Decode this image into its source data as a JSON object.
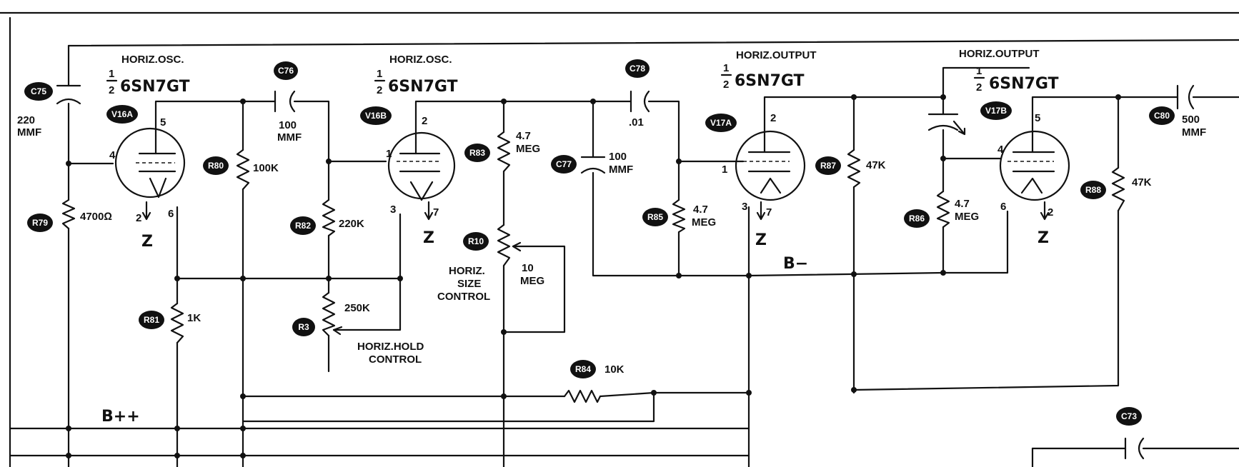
{
  "tubes": [
    {
      "ref": "V16A",
      "frac_num": "1",
      "frac_den": "2",
      "type": "6SN7GT",
      "title": "HORIZ.OSC.",
      "pins": [
        "5",
        "4",
        "2",
        "6"
      ]
    },
    {
      "ref": "V16B",
      "frac_num": "1",
      "frac_den": "2",
      "type": "6SN7GT",
      "title": "HORIZ.OSC.",
      "pins": [
        "2",
        "1",
        "3",
        "7"
      ]
    },
    {
      "ref": "V17A",
      "frac_num": "1",
      "frac_den": "2",
      "type": "6SN7GT",
      "title": "HORIZ.OUTPUT",
      "pins": [
        "2",
        "1",
        "3",
        "7"
      ]
    },
    {
      "ref": "V17B",
      "frac_num": "1",
      "frac_den": "2",
      "type": "6SN7GT",
      "title": "HORIZ.OUTPUT",
      "pins": [
        "5",
        "4",
        "6",
        "2"
      ]
    }
  ],
  "components": {
    "C75": {
      "ref": "C75",
      "value": "220",
      "unit": "MMF"
    },
    "C76": {
      "ref": "C76",
      "value": "100",
      "unit": "MMF"
    },
    "C78": {
      "ref": "C78",
      "value": ".01"
    },
    "C77": {
      "ref": "C77",
      "value": "100",
      "unit": "MMF"
    },
    "C80": {
      "ref": "C80",
      "value": "500",
      "unit": "MMF"
    },
    "C73": {
      "ref": "C73"
    },
    "R79": {
      "ref": "R79",
      "value": "4700Ω"
    },
    "R80": {
      "ref": "R80",
      "value": "100K"
    },
    "R81": {
      "ref": "R81",
      "value": "1K"
    },
    "R82": {
      "ref": "R82",
      "value": "220K"
    },
    "R3": {
      "ref": "R3",
      "value": "250K",
      "label_1": "HORIZ.HOLD",
      "label_2": "CONTROL"
    },
    "R83": {
      "ref": "R83",
      "value": "4.7",
      "unit": "MEG"
    },
    "R10": {
      "ref": "R10",
      "value": "10",
      "unit": "MEG",
      "label_1": "HORIZ.",
      "label_2": "SIZE",
      "label_3": "CONTROL"
    },
    "R84": {
      "ref": "R84",
      "value": "10K"
    },
    "R85": {
      "ref": "R85",
      "value": "4.7",
      "unit": "MEG"
    },
    "R87": {
      "ref": "R87",
      "value": "47K"
    },
    "R86": {
      "ref": "R86",
      "value": "4.7",
      "unit": "MEG"
    },
    "R88": {
      "ref": "R88",
      "value": "47K"
    }
  },
  "labels": {
    "z": "Z",
    "b_plus_plus": "B++",
    "b_minus": "B−"
  }
}
